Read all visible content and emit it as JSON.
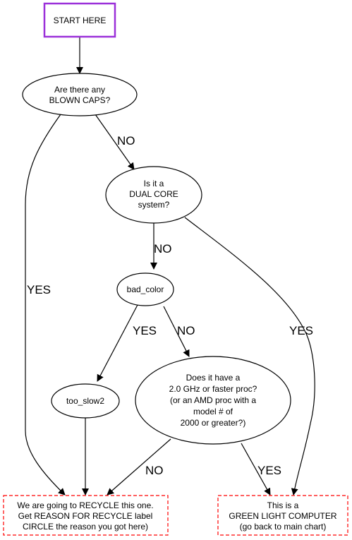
{
  "nodes": {
    "start": {
      "lines": [
        "START HERE"
      ]
    },
    "blown_caps": {
      "lines": [
        "Are there any",
        "BLOWN CAPS?"
      ]
    },
    "dual_core": {
      "lines": [
        "Is it a",
        "DUAL CORE",
        "system?"
      ]
    },
    "bad_color": {
      "lines": [
        "bad_color"
      ]
    },
    "too_slow2": {
      "lines": [
        "too_slow2"
      ]
    },
    "ghz_question": {
      "lines": [
        "Does it have a",
        "2.0 GHz or faster proc?",
        "(or an AMD proc with a",
        "model # of",
        "2000 or greater?)"
      ]
    },
    "recycle": {
      "lines": [
        "We are going to RECYCLE this one.",
        "Get REASON FOR RECYCLE label",
        "CIRCLE the reason you got here)"
      ]
    },
    "green_light": {
      "lines": [
        "This is a",
        "GREEN LIGHT COMPUTER",
        "(go back to main chart)"
      ]
    }
  },
  "edges": {
    "blown_no": "NO",
    "blown_yes": "YES",
    "dual_no": "NO",
    "dual_yes": "YES",
    "bad_yes": "YES",
    "bad_no": "NO",
    "ghz_no": "NO",
    "ghz_yes": "YES"
  },
  "colors": {
    "start_border": "#9b30d9",
    "terminal_border": "#ff0000",
    "line": "#000000"
  }
}
